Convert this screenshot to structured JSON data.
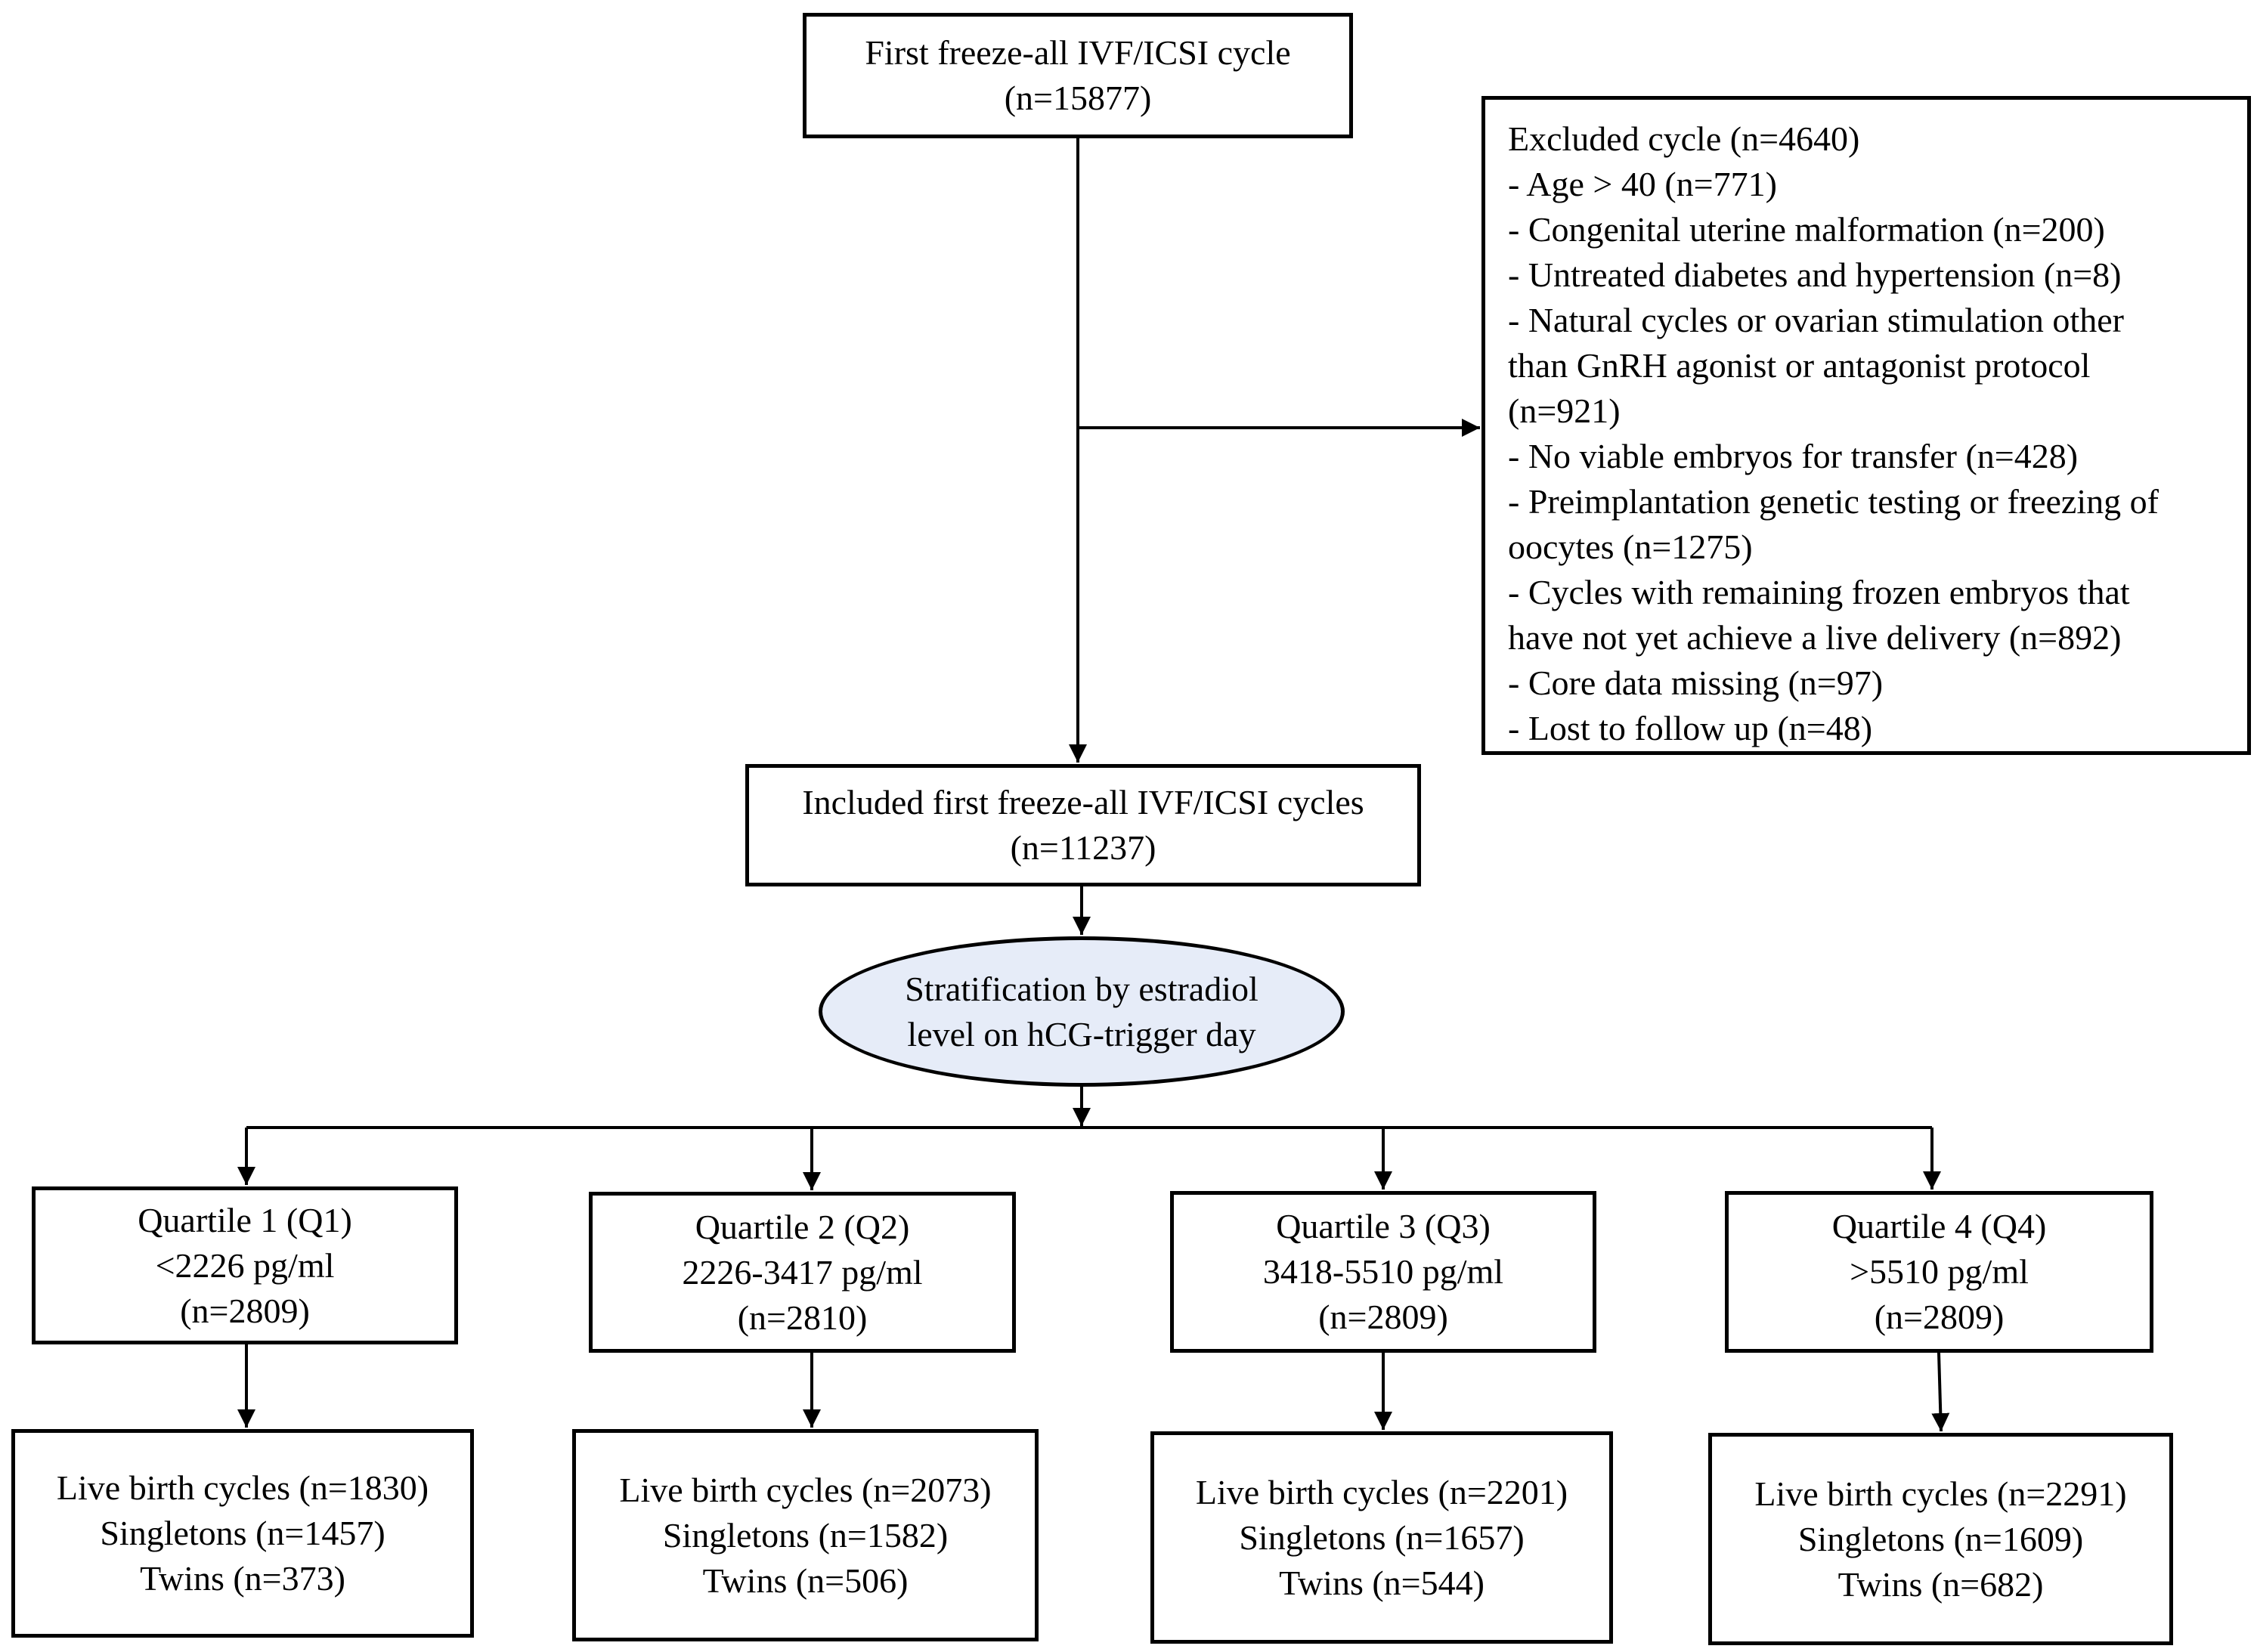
{
  "colors": {
    "stroke": "#000000",
    "ellipse_fill": "#e6ecf8"
  },
  "start": {
    "title": "First freeze-all IVF/ICSI cycle",
    "count": "(n=15877)"
  },
  "excluded": {
    "lines": [
      "Excluded cycle (n=4640)",
      "-  Age > 40 (n=771)",
      "-  Congenital uterine malformation (n=200)",
      "-  Untreated diabetes and hypertension (n=8)",
      "-  Natural cycles or ovarian stimulation other",
      "than GnRH agonist or antagonist protocol",
      "(n=921)",
      "-  No viable embryos for transfer (n=428)",
      "-  Preimplantation genetic testing or freezing of",
      "oocytes (n=1275)",
      "-  Cycles with remaining frozen embryos that",
      "have not yet achieve a live delivery (n=892)",
      "-  Core data missing (n=97)",
      "-  Lost to follow up (n=48)"
    ]
  },
  "included": {
    "title": "Included first freeze-all IVF/ICSI cycles",
    "count": "(n=11237)"
  },
  "stratification": {
    "line1": "Stratification by estradiol",
    "line2": "level on hCG-trigger day"
  },
  "quartiles": [
    {
      "name": "Quartile 1 (Q1)",
      "range": "<2226 pg/ml",
      "count": "(n=2809)"
    },
    {
      "name": "Quartile 2 (Q2)",
      "range": "2226-3417 pg/ml",
      "count": "(n=2810)"
    },
    {
      "name": "Quartile 3 (Q3)",
      "range": "3418-5510 pg/ml",
      "count": "(n=2809)"
    },
    {
      "name": "Quartile 4 (Q4)",
      "range": ">5510 pg/ml",
      "count": "(n=2809)"
    }
  ],
  "outcomes": [
    {
      "live_birth": "Live birth cycles (n=1830)",
      "singletons": "Singletons (n=1457)",
      "twins": "Twins (n=373)"
    },
    {
      "live_birth": "Live birth cycles (n=2073)",
      "singletons": "Singletons (n=1582)",
      "twins": "Twins (n=506)"
    },
    {
      "live_birth": "Live birth cycles (n=2201)",
      "singletons": "Singletons (n=1657)",
      "twins": "Twins (n=544)"
    },
    {
      "live_birth": "Live birth cycles (n=2291)",
      "singletons": "Singletons (n=1609)",
      "twins": "Twins (n=682)"
    }
  ]
}
